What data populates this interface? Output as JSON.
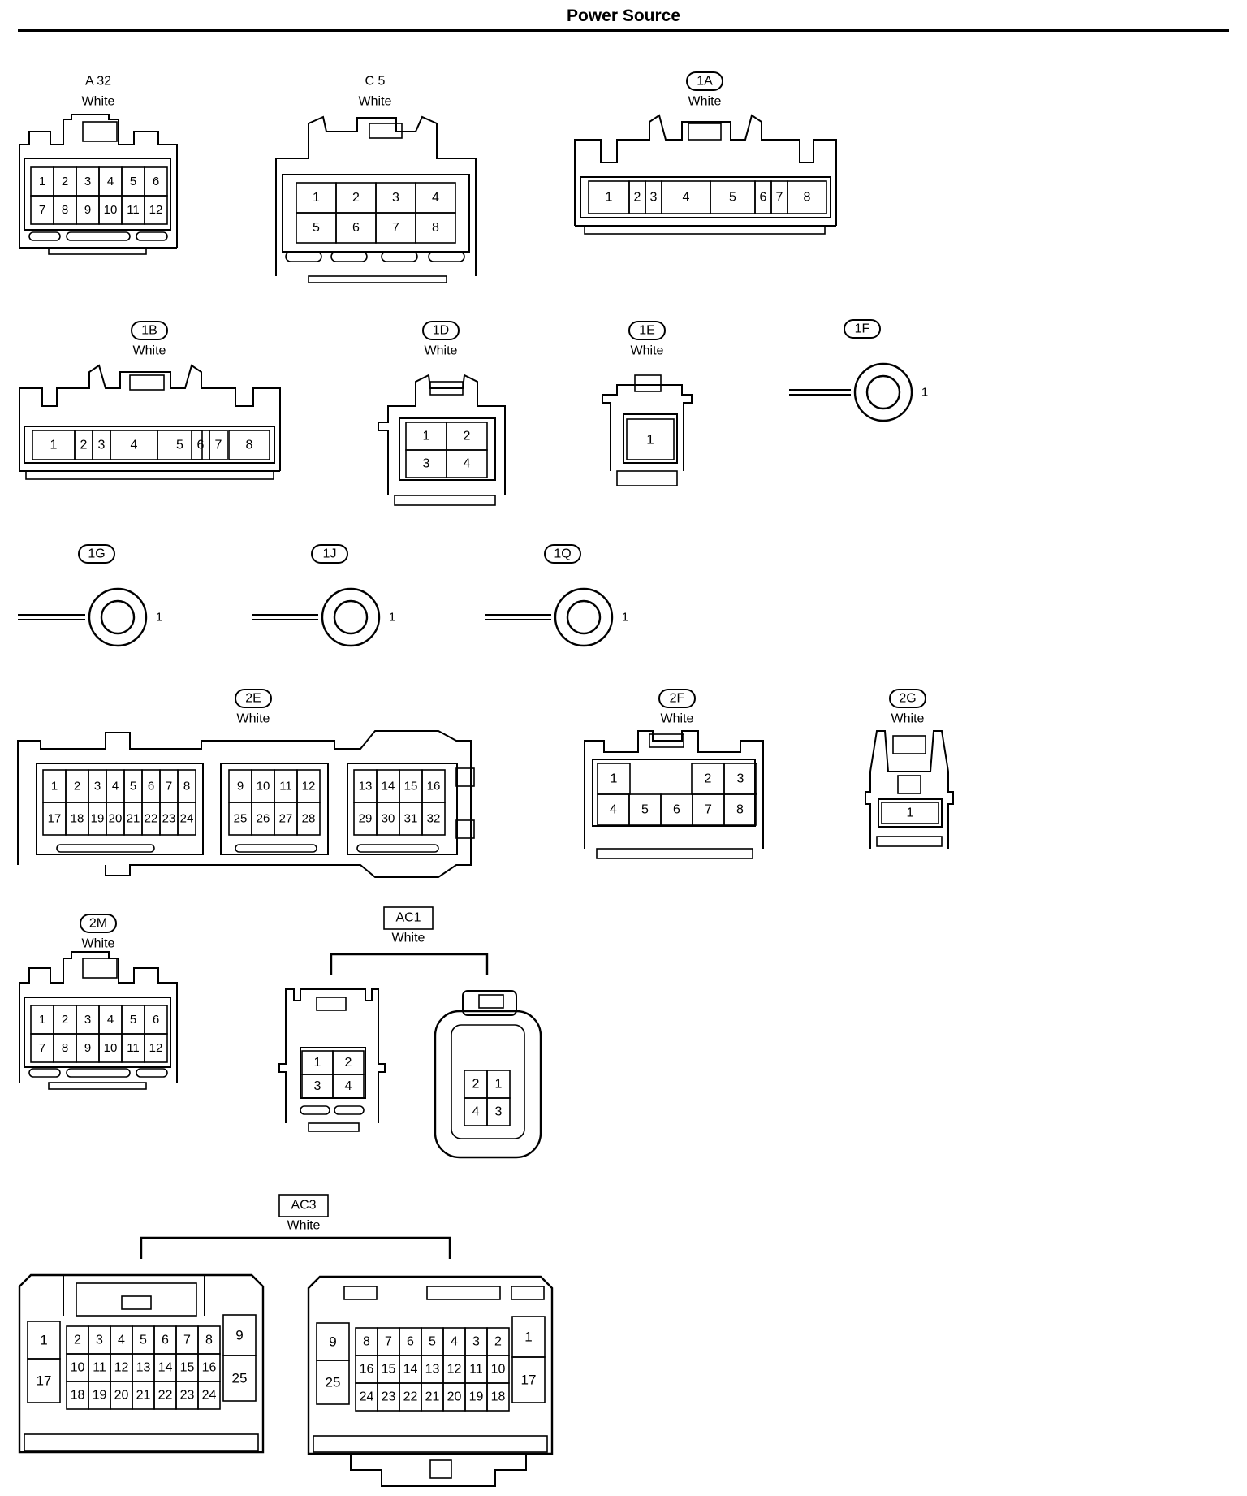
{
  "page": {
    "title": "Power Source"
  },
  "connectors": [
    {
      "id": "A32",
      "code": "A 32",
      "label_style": "plain",
      "color": "White",
      "pins": [
        [
          "1",
          "2",
          "3",
          "4",
          "5",
          "6"
        ],
        [
          "7",
          "8",
          "9",
          "10",
          "11",
          "12"
        ]
      ]
    },
    {
      "id": "C5",
      "code": "C 5",
      "label_style": "plain",
      "color": "White",
      "pins": [
        [
          "1",
          "2",
          "3",
          "4"
        ],
        [
          "5",
          "6",
          "7",
          "8"
        ]
      ]
    },
    {
      "id": "1A",
      "code": "1A",
      "label_style": "oval",
      "color": "White",
      "pins": [
        [
          "1",
          "2",
          "3",
          "4",
          "5",
          "6",
          "7",
          "8"
        ]
      ]
    },
    {
      "id": "1B",
      "code": "1B",
      "label_style": "oval",
      "color": "White",
      "pins": [
        [
          "1",
          "2",
          "3",
          "4",
          "5",
          "6",
          "7",
          "8"
        ]
      ]
    },
    {
      "id": "1D",
      "code": "1D",
      "label_style": "oval",
      "color": "White",
      "pins": [
        [
          "1",
          "2"
        ],
        [
          "3",
          "4"
        ]
      ]
    },
    {
      "id": "1E",
      "code": "1E",
      "label_style": "oval",
      "color": "White",
      "pins": [
        [
          "1"
        ]
      ]
    },
    {
      "id": "1F",
      "code": "1F",
      "label_style": "oval",
      "color": "",
      "terminal": "1"
    },
    {
      "id": "1G",
      "code": "1G",
      "label_style": "oval",
      "color": "",
      "terminal": "1"
    },
    {
      "id": "1J",
      "code": "1J",
      "label_style": "oval",
      "color": "",
      "terminal": "1"
    },
    {
      "id": "1Q",
      "code": "1Q",
      "label_style": "oval",
      "color": "",
      "terminal": "1"
    },
    {
      "id": "2E",
      "code": "2E",
      "label_style": "oval",
      "color": "White",
      "blocks": [
        [
          [
            "1",
            "2",
            "3",
            "4",
            "5",
            "6",
            "7",
            "8"
          ],
          [
            "17",
            "18",
            "19",
            "20",
            "21",
            "22",
            "23",
            "24"
          ]
        ],
        [
          [
            "9",
            "10",
            "11",
            "12"
          ],
          [
            "25",
            "26",
            "27",
            "28"
          ]
        ],
        [
          [
            "13",
            "14",
            "15",
            "16"
          ],
          [
            "29",
            "30",
            "31",
            "32"
          ]
        ]
      ]
    },
    {
      "id": "2F",
      "code": "2F",
      "label_style": "oval",
      "color": "White",
      "pins": [
        [
          "1",
          "2",
          "3"
        ],
        [
          "4",
          "5",
          "6",
          "7",
          "8"
        ]
      ]
    },
    {
      "id": "2G",
      "code": "2G",
      "label_style": "oval",
      "color": "White",
      "pins": [
        [
          "1"
        ]
      ]
    },
    {
      "id": "2M",
      "code": "2M",
      "label_style": "oval",
      "color": "White",
      "pins": [
        [
          "1",
          "2",
          "3",
          "4",
          "5",
          "6"
        ],
        [
          "7",
          "8",
          "9",
          "10",
          "11",
          "12"
        ]
      ]
    },
    {
      "id": "AC1",
      "code": "AC1",
      "label_style": "box",
      "color": "White",
      "male": [
        [
          "1",
          "2"
        ],
        [
          "3",
          "4"
        ]
      ],
      "female": [
        [
          "2",
          "1"
        ],
        [
          "4",
          "3"
        ]
      ]
    },
    {
      "id": "AC3",
      "code": "AC3",
      "label_style": "box",
      "color": "White",
      "male": {
        "left": [
          "1",
          "17"
        ],
        "top": [
          "2",
          "3",
          "4",
          "5",
          "6",
          "7",
          "8"
        ],
        "mid": [
          "10",
          "11",
          "12",
          "13",
          "14",
          "15",
          "16"
        ],
        "bot": [
          "18",
          "19",
          "20",
          "21",
          "22",
          "23",
          "24"
        ],
        "right": [
          "9",
          "25"
        ]
      },
      "female": {
        "left": [
          "9",
          "25"
        ],
        "top": [
          "8",
          "7",
          "6",
          "5",
          "4",
          "3",
          "2"
        ],
        "mid": [
          "16",
          "15",
          "14",
          "13",
          "12",
          "11",
          "10"
        ],
        "bot": [
          "24",
          "23",
          "22",
          "21",
          "20",
          "19",
          "18"
        ],
        "right": [
          "1",
          "17"
        ]
      }
    }
  ]
}
